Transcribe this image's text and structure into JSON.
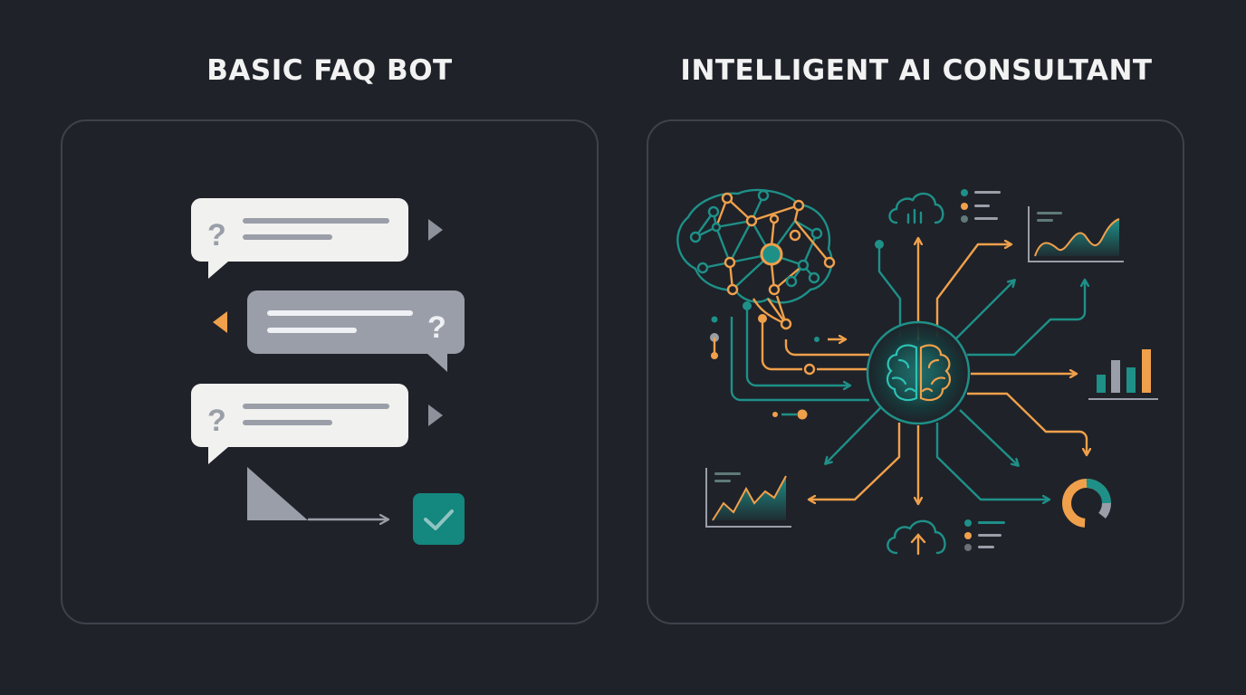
{
  "left_panel": {
    "title": "BASIC FAQ BOT",
    "elements": [
      "question-bubble",
      "answer-bubble",
      "question-bubble",
      "flow-arrow",
      "check-icon"
    ]
  },
  "right_panel": {
    "title": "INTELLIGENT AI CONSULTANT",
    "elements": [
      "neural-network-brain",
      "central-brain-hub",
      "cloud-analytics",
      "area-chart",
      "bar-chart",
      "donut-chart",
      "line-chart",
      "cloud-upload",
      "legend-lists"
    ]
  },
  "colors": {
    "background": "#1f2229",
    "panel_border": "#3e424b",
    "teal": "#1e9088",
    "orange": "#f0a04b",
    "gray": "#9a9ea8",
    "bubble_white": "#f1f1ef"
  }
}
